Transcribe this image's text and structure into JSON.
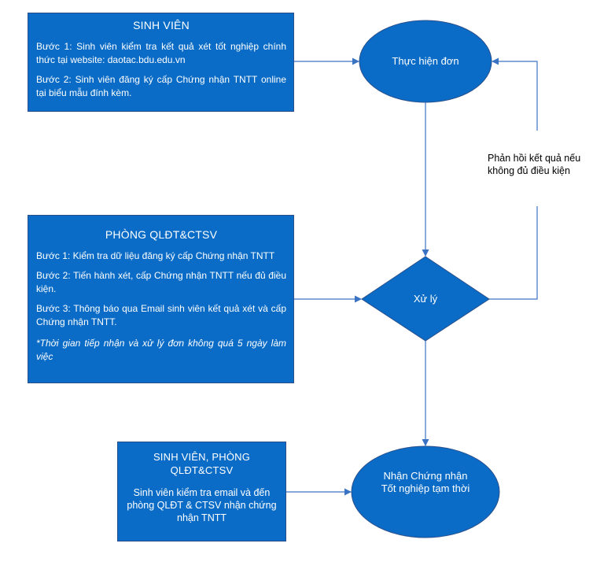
{
  "sinh_vien_box": {
    "title": "SINH VIÊN",
    "step1": "Bước 1: Sinh viên kiểm tra kết quả xét tốt nghiệp chính thức tại website: daotac.bdu.edu.vn",
    "step2": "Bước 2: Sinh viên đăng ký cấp Chứng nhận TNTT  online tại biểu mẫu đính kèm."
  },
  "phong_box": {
    "title": "PHÒNG QLĐT&CTSV",
    "step1": "Bước 1: Kiểm tra dữ liệu đăng ký cấp Chứng nhận TNTT",
    "step2": "Bước 2: Tiến hành xét, cấp Chứng nhận TNTT nếu đủ điều kiện.",
    "step3": "Bước 3: Thông báo qua Email sinh viên kết quả xét và cấp Chứng nhận TNTT.",
    "note": "*Thời gian tiếp nhận và xử lý đơn không quá 5 ngày làm việc"
  },
  "sv_phong_box": {
    "title": "SINH VIÊN, PHÒNG QLĐT&CTSV",
    "body": "Sinh viên kiểm tra email và đến phòng QLĐT & CTSV nhận chứng nhận TNTT"
  },
  "nodes": {
    "thuc_hien_don": "Thực hiện đơn",
    "xu_ly": "Xử lý",
    "nhan_chung_nhan": "Nhận Chứng nhận Tốt nghiệp tạm thời"
  },
  "feedback_label": "Phản hồi kết quả nếu không đủ điều kiện",
  "colors": {
    "fill": "#0a6cc6",
    "stroke": "#2a4f8c",
    "connector": "#3b73c4"
  }
}
